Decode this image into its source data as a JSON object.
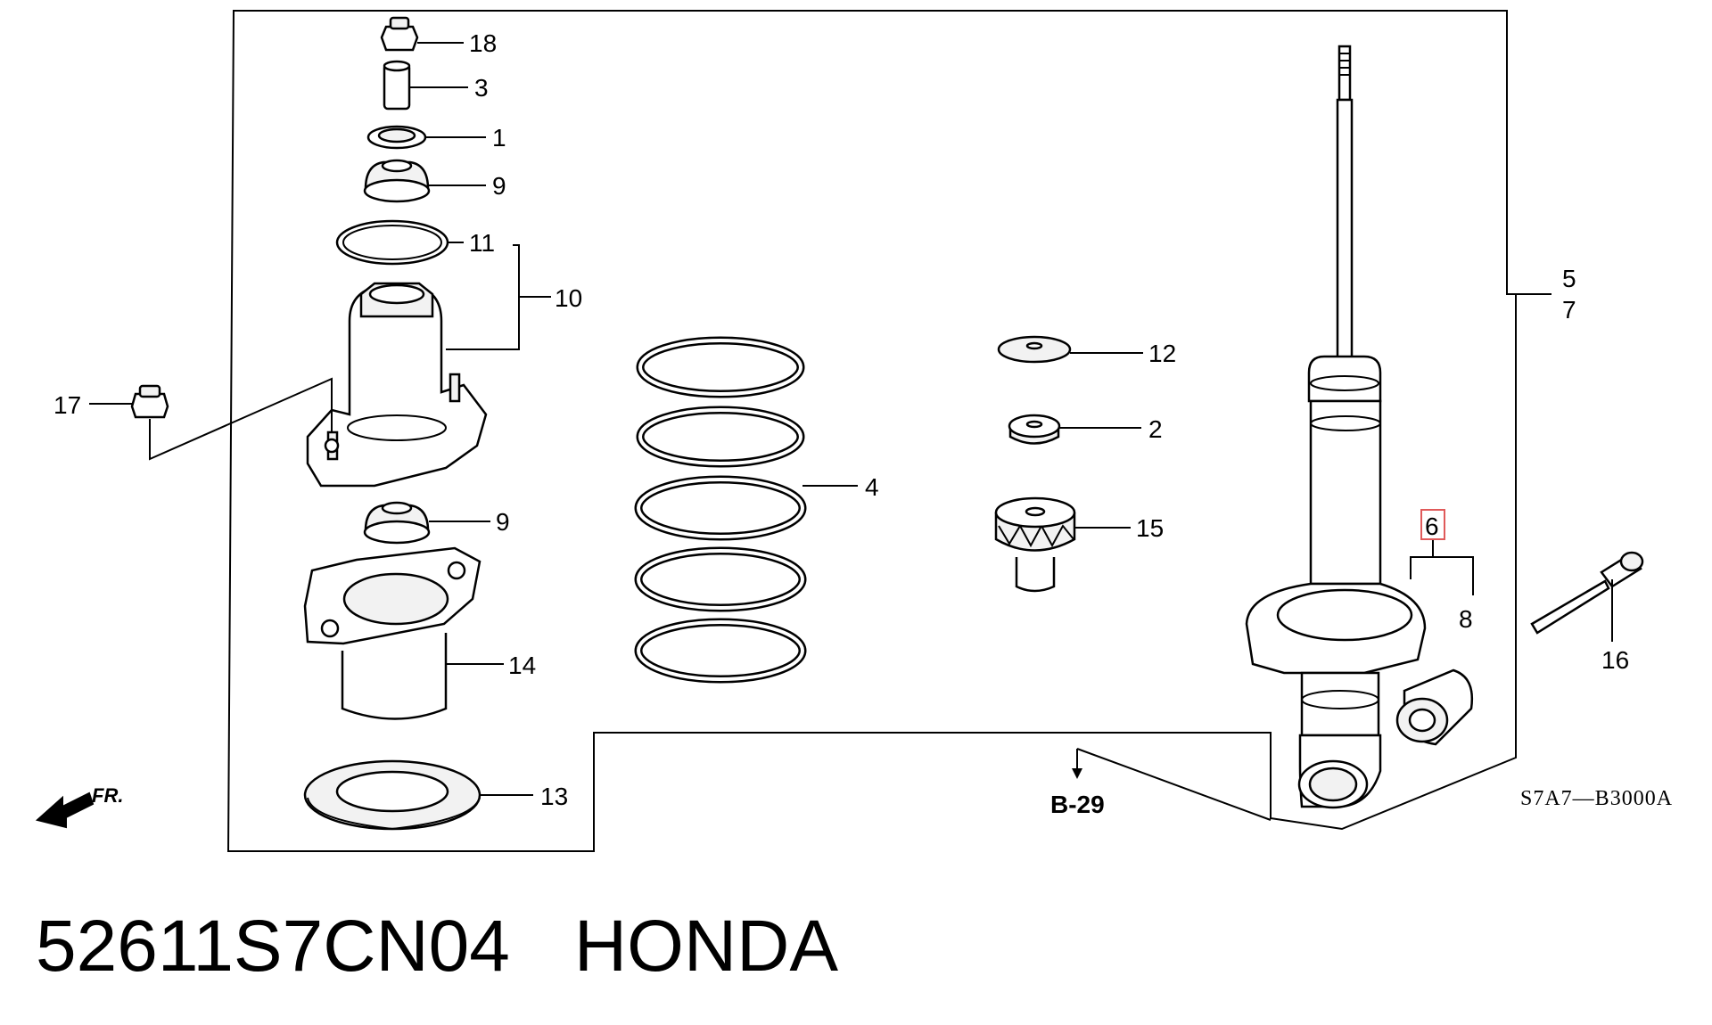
{
  "callouts": {
    "n1": "1",
    "n2": "2",
    "n3": "3",
    "n4": "4",
    "n5": "5",
    "n6": "6",
    "n7": "7",
    "n8": "8",
    "n9a": "9",
    "n9b": "9",
    "n10": "10",
    "n11": "11",
    "n12": "12",
    "n13": "13",
    "n14": "14",
    "n15": "15",
    "n16": "16",
    "n17": "17",
    "n18": "18"
  },
  "highlight_color": "#e05a5a",
  "reference": "B-29",
  "diagram_code": "S7A7—B3000A",
  "direction_label": "FR.",
  "caption": {
    "part_number": "52611S7CN04",
    "brand": "HONDA"
  }
}
